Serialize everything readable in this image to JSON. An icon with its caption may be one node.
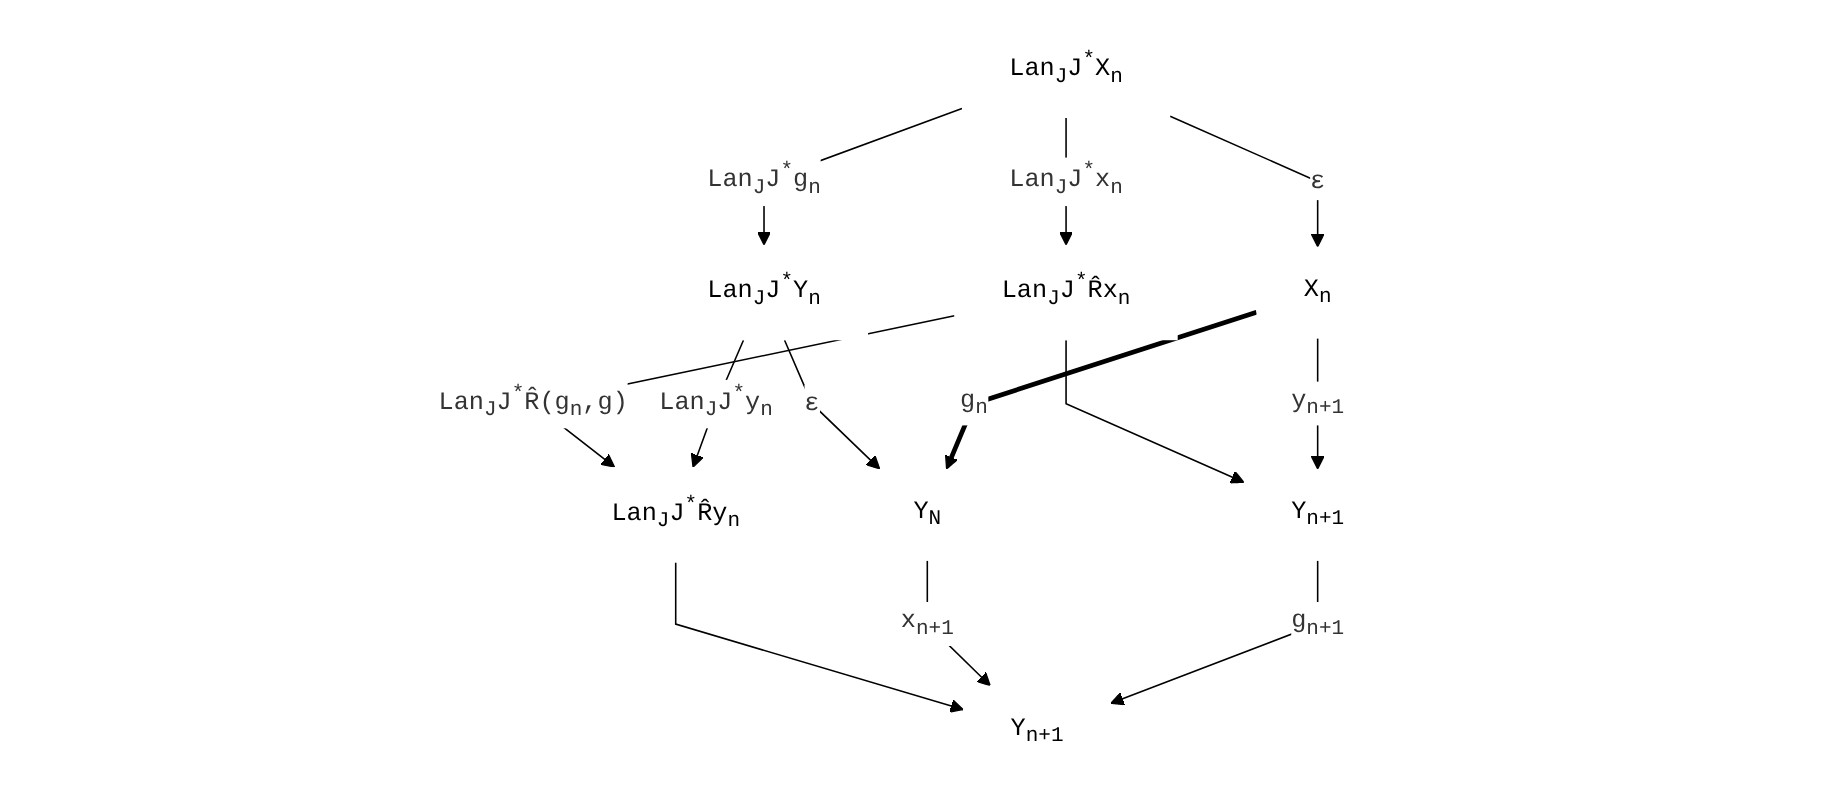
{
  "diagram": {
    "nodes": [
      {
        "text": [
          "Lan$_{J}$J$^{*}$X$_{n}$"
        ]
      },
      {
        "text": [
          "Lan$_{J}$J$^{*}$R̂x$_{n}$"
        ]
      },
      {
        "text": [
          "Lan$_{J}$J$^{*}$Y$_{n}$"
        ]
      },
      {
        "text": [
          "Lan$_{J}$J$^{*}$R̂y$_{n}$"
        ]
      },
      {
        "text": [
          "Y$_{N}$"
        ]
      },
      {
        "text": [
          "Y$_{n+1}$"
        ]
      },
      {
        "text": [
          "X$_{n}$"
        ]
      },
      {
        "text": [
          "Y$_{n+1}$"
        ]
      }
    ],
    "edges": [
      {
        "from": 0,
        "to": 1,
        "arrow": "to",
        "label": "Lan$_{J}$J$^{*}$x$_{n}$"
      },
      {
        "from": 0,
        "to": 2,
        "arrow": "to",
        "label": "Lan$_{J}$J$^{*}$g$_{n}$"
      },
      {
        "from": 1,
        "to": 3,
        "arrow": "to",
        "label": "Lan$_{J}$J$^{*}$R̂(g$_{n}$,g)"
      },
      {
        "from": 0,
        "to": 6,
        "arrow": "to",
        "label": "ε"
      },
      {
        "from": 2,
        "to": 3,
        "arrow": "to",
        "label": "Lan$_{J}$J$^{*}$y$_{n}$"
      },
      {
        "from": 2,
        "to": 4,
        "arrow": "to",
        "label": "ε"
      },
      {
        "from": 3,
        "to": 5,
        "arrow": "to"
      },
      {
        "from": 1,
        "to": 7,
        "arrow": "to"
      },
      {
        "from": 4,
        "to": 5,
        "arrow": "to",
        "label": "x$_{n+1}$"
      },
      {
        "from": 6,
        "to": 4,
        "arrow": "to",
        "label": "g$_{n}$",
        "style": "thick"
      },
      {
        "from": 7,
        "to": 5,
        "arrow": "to",
        "label": "g$_{n+1}$"
      },
      {
        "from": 6,
        "to": 7,
        "arrow": "to",
        "label": "y$_{n+1}$"
      }
    ]
  }
}
